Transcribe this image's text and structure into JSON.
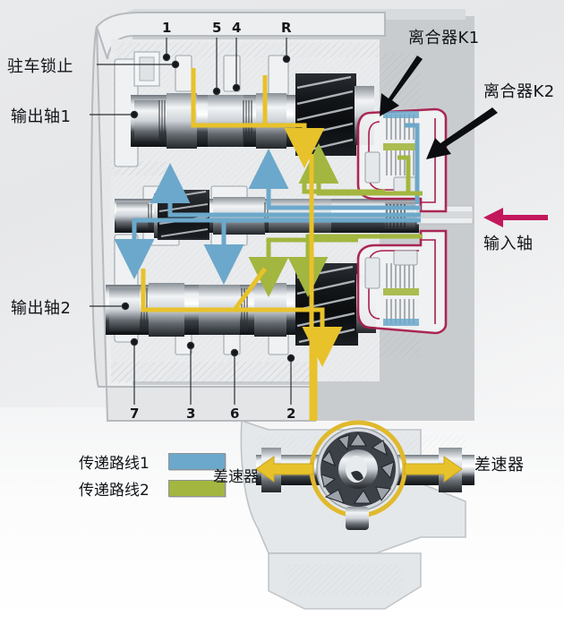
{
  "diagram": {
    "title": "Dual-clutch transmission cross-section",
    "colors": {
      "path1": "#6ca8cb",
      "path2": "#a3b63f",
      "output_path": "#e8c22a",
      "clutch_outline": "#a81e4d",
      "input_arrow": "#c2185b",
      "housing": "#c9cccf",
      "background": "#e9eaec",
      "text": "#111418"
    }
  },
  "labels": {
    "park_lock": "驻车锁止",
    "output_shaft_1": "输出轴1",
    "output_shaft_2": "输出轴2",
    "clutch_k1": "离合器K1",
    "clutch_k2": "离合器K2",
    "input_shaft": "输入轴",
    "differential_right": "差速器"
  },
  "gear_callouts": {
    "top": [
      "1",
      "5",
      "4",
      "R"
    ],
    "bottom": [
      "7",
      "3",
      "6",
      "2"
    ]
  },
  "legend": {
    "items": [
      {
        "label": "传递路线1",
        "color": "#6ca8cb"
      },
      {
        "label": "传递路线2",
        "color": "#a3b63f"
      }
    ],
    "differential_label": "差速器"
  },
  "icons": {
    "k1_arrow": "arrow-down-left-icon",
    "k2_arrow": "arrow-down-left-icon",
    "input_arrow": "arrow-left-icon",
    "diff_arrow_left": "arrow-left-icon",
    "diff_arrow_right": "arrow-right-icon"
  }
}
